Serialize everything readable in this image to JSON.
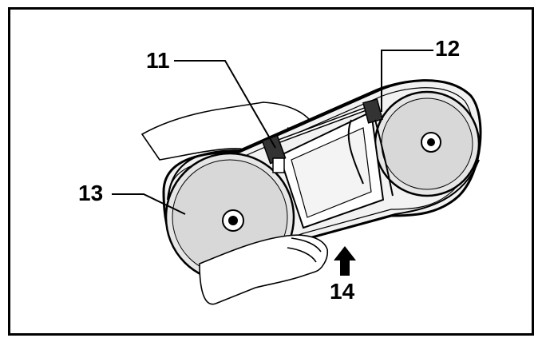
{
  "diagram": {
    "callouts": {
      "c11": "11",
      "c12": "12",
      "c13": "13",
      "c14": "14"
    },
    "colors": {
      "ink": "#000000",
      "paper": "#ffffff",
      "shade": "#dcdcdc"
    }
  }
}
